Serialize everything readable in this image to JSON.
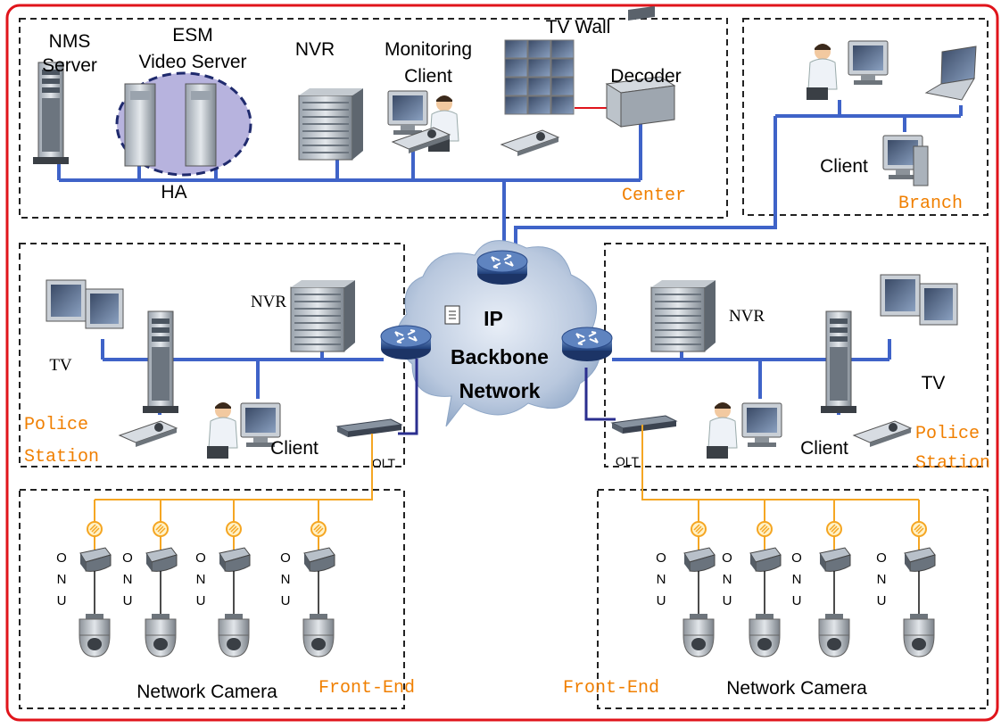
{
  "diagram": {
    "center": {
      "zone_label": "Center",
      "nms_server": "NMS\nServer",
      "esm_video_server": "ESM\nVideo Server",
      "nvr": "NVR",
      "monitoring_client": "Monitoring\nClient",
      "tv_wall": "TV Wall",
      "decoder": "Decoder",
      "ha": "HA"
    },
    "branch": {
      "zone_label": "Branch",
      "client": "Client"
    },
    "backbone": {
      "label": "IP\nBackbone\nNetwork"
    },
    "police_left": {
      "zone_label": "Police\nStation",
      "tv": "TV",
      "nvr": "NVR",
      "client": "Client",
      "olt": "OLT"
    },
    "police_right": {
      "zone_label": "Police\nStation",
      "tv": "TV",
      "nvr": "NVR",
      "client": "Client",
      "olt": "OLT"
    },
    "frontend_left": {
      "zone_label": "Front-End",
      "caption": "Network Camera",
      "onu_letters": [
        "O",
        "N",
        "U"
      ]
    },
    "frontend_right": {
      "zone_label": "Front-End",
      "caption": "Network Camera",
      "onu_letters": [
        "O",
        "N",
        "U"
      ]
    },
    "colors": {
      "border": "#e0141b",
      "ethernet": "#3f63c8",
      "fiber": "#f5a623",
      "zone_label": "#f07f00"
    }
  }
}
